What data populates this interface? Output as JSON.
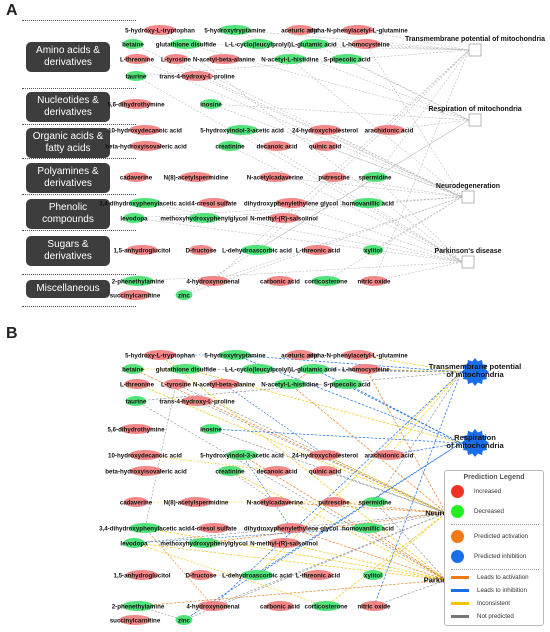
{
  "panels": {
    "a": "A",
    "b": "B"
  },
  "categories": [
    {
      "id": "amino",
      "label": "Amino acids & derivatives"
    },
    {
      "id": "nucleo",
      "label": "Nucleotides & derivatives"
    },
    {
      "id": "organic",
      "label": "Organic acids & fatty acids"
    },
    {
      "id": "poly",
      "label": "Polyamines & derivatives"
    },
    {
      "id": "phenolic",
      "label": "Phenolic compounds"
    },
    {
      "id": "sugars",
      "label": "Sugars & derivatives"
    },
    {
      "id": "misc",
      "label": "Miscellaneous"
    }
  ],
  "outcomes": [
    {
      "id": "trans",
      "label": "Transmembrane potential of mitochondria"
    },
    {
      "id": "resp",
      "label": "Respiration of mitochondria"
    },
    {
      "id": "neuro",
      "label": "Neurodegeneration"
    },
    {
      "id": "pd",
      "label": "Parkinson's disease"
    }
  ],
  "metabolites": [
    {
      "id": "m1",
      "label": "5-hydroxy-L-tryptophan",
      "status": "increased"
    },
    {
      "id": "m2",
      "label": "5-hydroxytryptamine",
      "status": "decreased"
    },
    {
      "id": "m3",
      "label": "aceturic acid",
      "status": "increased"
    },
    {
      "id": "m4",
      "label": "alpha-N-phenylacetyl-L-glutamine",
      "status": "increased"
    },
    {
      "id": "m5",
      "label": "betaine",
      "status": "decreased"
    },
    {
      "id": "m6",
      "label": "glutathione disulfide",
      "status": "decreased"
    },
    {
      "id": "m7",
      "label": "L-L-cyclo(leucylprolyl)",
      "status": "decreased"
    },
    {
      "id": "m8",
      "label": "L-glutamic acid",
      "status": "decreased"
    },
    {
      "id": "m9",
      "label": "L-homocysteine",
      "status": "increased"
    },
    {
      "id": "m10",
      "label": "L-threonine",
      "status": "increased"
    },
    {
      "id": "m11",
      "label": "L-tyrosine",
      "status": "increased"
    },
    {
      "id": "m12",
      "label": "N-acetyl-beta-alanine",
      "status": "increased"
    },
    {
      "id": "m13",
      "label": "N-acetyl-L-histidine",
      "status": "decreased"
    },
    {
      "id": "m14",
      "label": "S-pipecolic acid",
      "status": "decreased"
    },
    {
      "id": "m15",
      "label": "taurine",
      "status": "decreased"
    },
    {
      "id": "m16",
      "label": "trans-4-hydroxy-L-proline",
      "status": "increased"
    },
    {
      "id": "m17",
      "label": "5,6-dihydrothymine",
      "status": "increased"
    },
    {
      "id": "m18",
      "label": "inosine",
      "status": "decreased"
    },
    {
      "id": "m19",
      "label": "10-hydroxydecanoic acid",
      "status": "increased"
    },
    {
      "id": "m20",
      "label": "5-hydroxyindol-3-acetic acid",
      "status": "decreased"
    },
    {
      "id": "m21",
      "label": "24-hydroxycholesterol",
      "status": "increased"
    },
    {
      "id": "m22",
      "label": "arachidonic acid",
      "status": "increased"
    },
    {
      "id": "m23",
      "label": "beta-hydroxyisovaleric acid",
      "status": "increased"
    },
    {
      "id": "m24",
      "label": "creatinine",
      "status": "decreased"
    },
    {
      "id": "m25",
      "label": "decanoic acid",
      "status": "increased"
    },
    {
      "id": "m26",
      "label": "quinic acid",
      "status": "increased"
    },
    {
      "id": "m27",
      "label": "cadaverine",
      "status": "increased"
    },
    {
      "id": "m28",
      "label": "N(8)-acetylspermidine",
      "status": "increased"
    },
    {
      "id": "m29",
      "label": "N-acetylcadaverine",
      "status": "increased"
    },
    {
      "id": "m30",
      "label": "putrescine",
      "status": "increased"
    },
    {
      "id": "m31",
      "label": "spermidine",
      "status": "decreased"
    },
    {
      "id": "m32",
      "label": "3,4-dihydroxyphenylacetic acid",
      "status": "decreased"
    },
    {
      "id": "m33",
      "label": "4-cresol sulfate",
      "status": "increased"
    },
    {
      "id": "m34",
      "label": "dihydroxyphenylethylene glycol",
      "status": "increased"
    },
    {
      "id": "m35",
      "label": "homovanillic acid",
      "status": "decreased"
    },
    {
      "id": "m36",
      "label": "levodopa",
      "status": "decreased"
    },
    {
      "id": "m37",
      "label": "methoxyhydroxyphenylglycol",
      "status": "decreased"
    },
    {
      "id": "m38",
      "label": "N-methyl-(R)-salsolinol",
      "status": "increased"
    },
    {
      "id": "m39",
      "label": "1,5-anhydroglucitol",
      "status": "increased"
    },
    {
      "id": "m40",
      "label": "D-fructose",
      "status": "increased"
    },
    {
      "id": "m41",
      "label": "L-dehydroascorbic acid",
      "status": "decreased"
    },
    {
      "id": "m42",
      "label": "L-threonic acid",
      "status": "increased"
    },
    {
      "id": "m43",
      "label": "xylitol",
      "status": "decreased"
    },
    {
      "id": "m44",
      "label": "2-phenethylamine",
      "status": "decreased"
    },
    {
      "id": "m45",
      "label": "4-hydroxynonenal",
      "status": "increased"
    },
    {
      "id": "m46",
      "label": "carbonic acid",
      "status": "increased"
    },
    {
      "id": "m47",
      "label": "corticosterone",
      "status": "decreased"
    },
    {
      "id": "m48",
      "label": "nitric oxide",
      "status": "increased"
    },
    {
      "id": "m49",
      "label": "succinylcarnitine",
      "status": "increased"
    },
    {
      "id": "m50",
      "label": "zinc",
      "status": "decreased"
    }
  ],
  "legend": {
    "title": "Prediction Legend",
    "items": [
      {
        "label": "Increased",
        "color": "#ee3322",
        "kind": "dot"
      },
      {
        "label": "Decreased",
        "color": "#22ee22",
        "kind": "dot"
      },
      {
        "label": "Predicted activation",
        "color": "#f07a18",
        "kind": "dot"
      },
      {
        "label": "Predicted inhibition",
        "color": "#1a6ee8",
        "kind": "dot"
      },
      {
        "label": "Leads to activation",
        "color": "#f07a18",
        "kind": "line"
      },
      {
        "label": "Leads to inhibition",
        "color": "#1a6ee8",
        "kind": "line"
      },
      {
        "label": "Inconsistent",
        "color": "#f2c400",
        "kind": "line"
      },
      {
        "label": "Not predicted",
        "color": "#777777",
        "kind": "line"
      }
    ]
  },
  "colors": {
    "increased": "#f27a7a",
    "decreased": "#3ee06a",
    "activation": "#f07a18",
    "inhibition": "#1a6ee8",
    "inconsistent": "#f2c400",
    "notpredicted": "#999999"
  }
}
